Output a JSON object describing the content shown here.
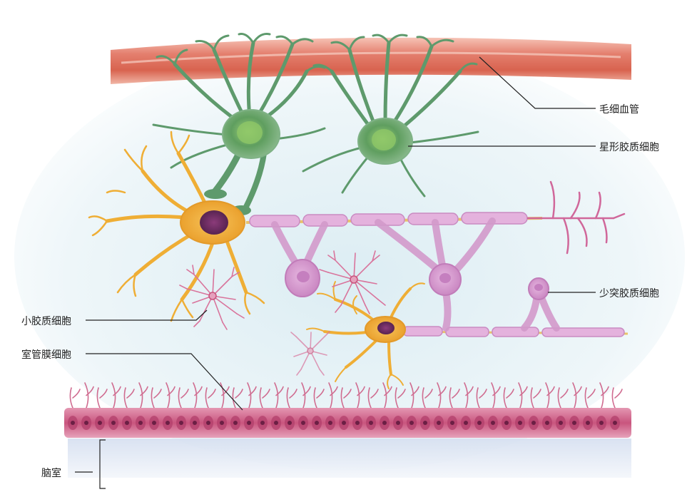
{
  "labels": {
    "capillary": "毛细血管",
    "astrocyte": "星形胶质细胞",
    "oligodendrocyte": "少突胶质细胞",
    "microglia": "小胶质细胞",
    "ependymal": "室管膜细胞",
    "ventricle": "脑室"
  },
  "colors": {
    "capillary": "#e47f6e",
    "astrocyte": "#6fa57a",
    "neuron": "#f0b43a",
    "neuron_nucleus": "#6b2b5e",
    "oligodendrocyte": "#d89ad0",
    "microglia": "#d9749c",
    "ependymal": "#c9557e",
    "ventricle": "#dfe7f4",
    "background_tint": "#e4f1f6"
  }
}
